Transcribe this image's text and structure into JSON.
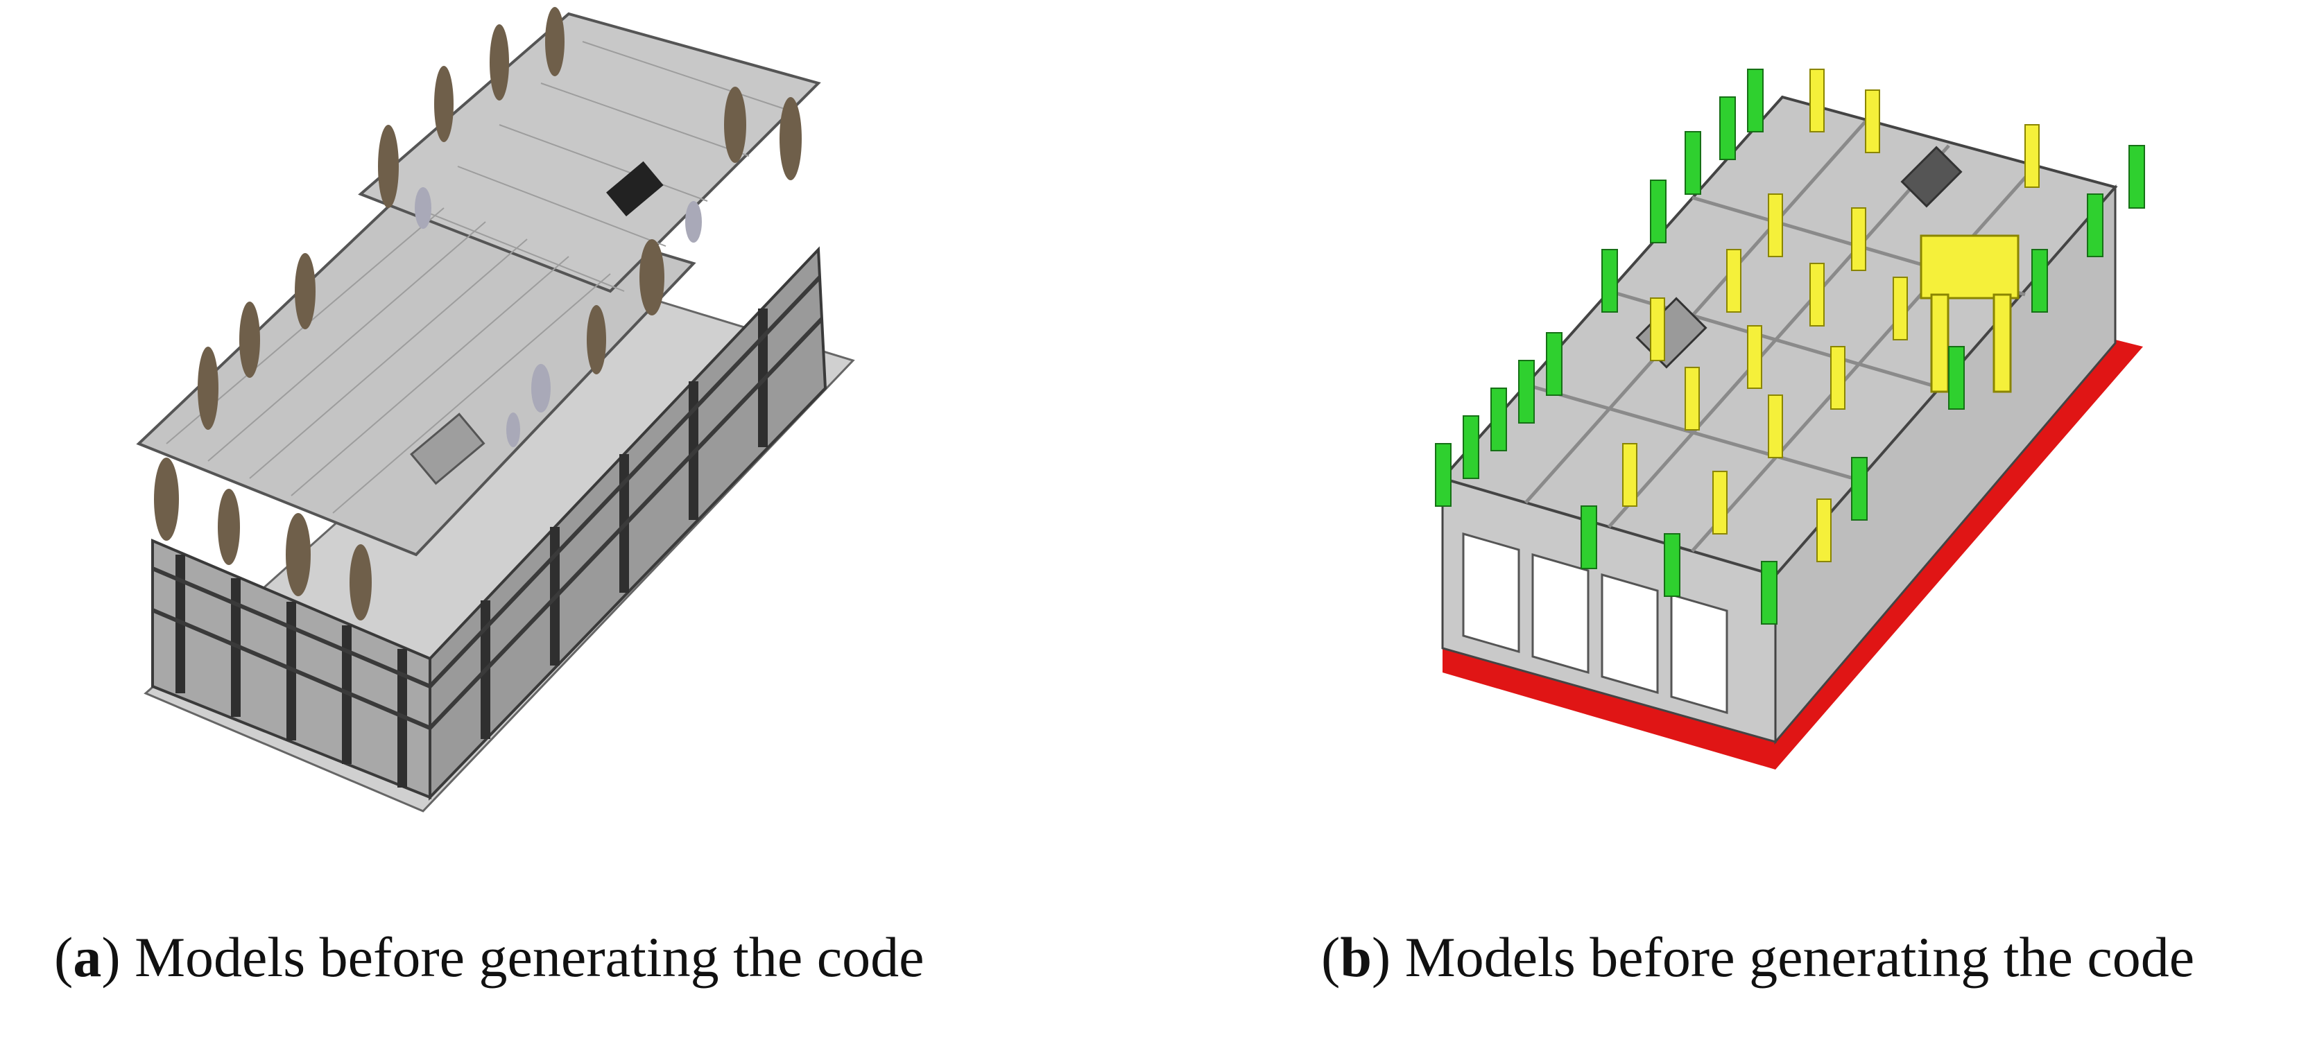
{
  "figure": {
    "panels": [
      {
        "id": "a",
        "letter": "a",
        "caption": "Models before generating the code",
        "image_description": "Point cloud-like grey 3D building model, multi-storey frame with scattered artifacts"
      },
      {
        "id": "b",
        "letter": "b",
        "caption": "Models before generating the code",
        "image_description": "Clean BIM structural model with grey slabs/frames, green and yellow columns, red foundation"
      }
    ]
  },
  "colors": {
    "slab_grey": "#bdbdbd",
    "frame_grey": "#8c8c8c",
    "dark_grey": "#4a4a4a",
    "column_green": "#2fd02f",
    "column_yellow": "#f5f03a",
    "foundation_red": "#e01515",
    "text": "#111111"
  }
}
